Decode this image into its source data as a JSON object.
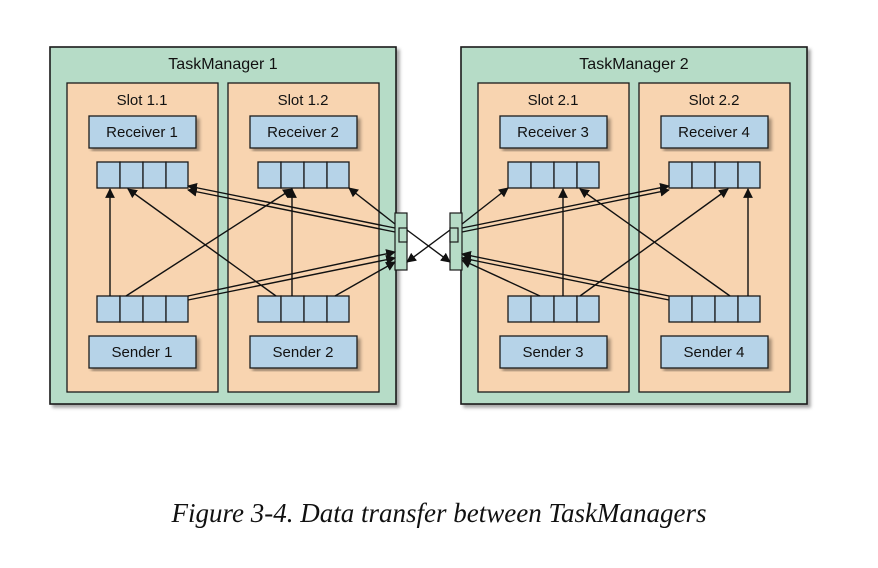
{
  "caption": "Figure 3-4. Data transfer between TaskManagers",
  "colors": {
    "taskmanager_fill": "#b6dcc7",
    "slot_fill": "#f8d4b0",
    "task_fill": "#b6d3e8",
    "stroke": "#1a1a1a"
  },
  "taskmanagers": [
    {
      "label": "TaskManager 1",
      "slots": [
        {
          "label": "Slot 1.1",
          "receiver": "Receiver 1",
          "sender": "Sender 1"
        },
        {
          "label": "Slot 1.2",
          "receiver": "Receiver 2",
          "sender": "Sender 2"
        }
      ]
    },
    {
      "label": "TaskManager 2",
      "slots": [
        {
          "label": "Slot 2.1",
          "receiver": "Receiver 3",
          "sender": "Sender 3"
        },
        {
          "label": "Slot 2.2",
          "receiver": "Receiver 4",
          "sender": "Sender 4"
        }
      ]
    }
  ]
}
